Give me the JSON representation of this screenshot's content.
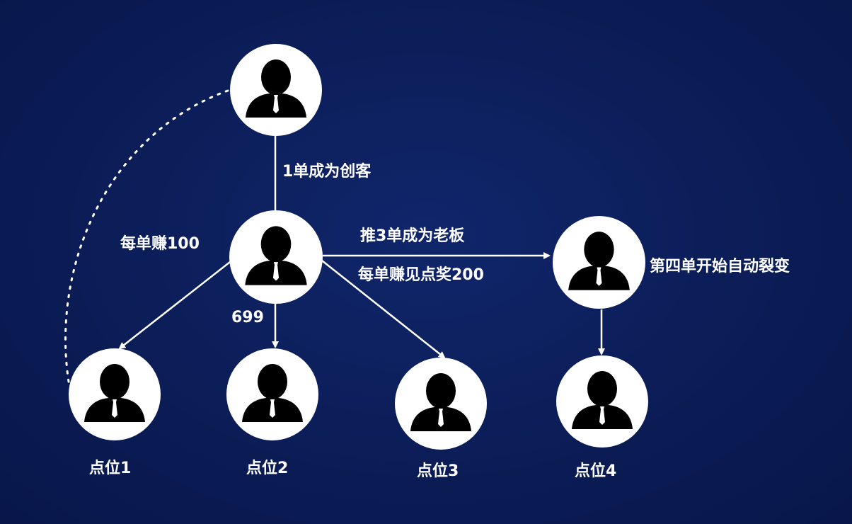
{
  "nodes": {
    "top": {
      "icon": "person-icon"
    },
    "center": {
      "icon": "person-icon"
    },
    "right": {
      "icon": "person-icon"
    },
    "slot1": {
      "icon": "person-icon",
      "label": "点位1"
    },
    "slot2": {
      "icon": "person-icon",
      "label": "点位2"
    },
    "slot3": {
      "icon": "person-icon",
      "label": "点位3"
    },
    "slot4": {
      "icon": "person-icon",
      "label": "点位4"
    }
  },
  "labels": {
    "become_creator": "1单成为创客",
    "earn_per_order": "每单赚100",
    "price": "699",
    "push_three": "推3单成为老板",
    "earn_award": "每单赚见点奖200",
    "auto_split": "第四单开始自动裂变"
  },
  "colors": {
    "background": "#0c1f5c",
    "node_fill": "#ffffff",
    "person": "#000000",
    "line": "#ffffff"
  }
}
